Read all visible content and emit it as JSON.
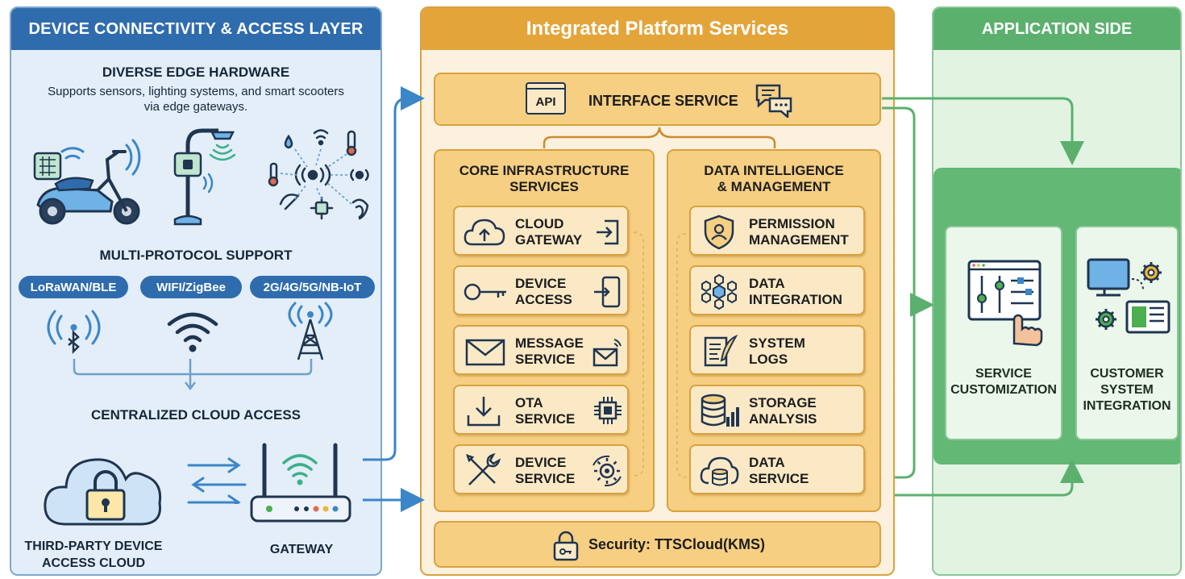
{
  "left": {
    "header": "DEVICE CONNECTIVITY & ACCESS LAYER",
    "hardware": {
      "title": "DIVERSE EDGE HARDWARE",
      "line1": "Supports sensors, lighting systems, and smart scooters",
      "line2": "via edge gateways."
    },
    "protocols": {
      "title": "MULTI-PROTOCOL SUPPORT",
      "pills": [
        "LoRaWAN/BLE",
        "WIFI/ZigBee",
        "2G/4G/5G/NB-IoT"
      ]
    },
    "cloud_access_title": "CENTRALIZED CLOUD ACCESS",
    "third_party_line1": "THIRD-PARTY DEVICE",
    "third_party_line2": "ACCESS CLOUD",
    "gateway_label": "GATEWAY"
  },
  "middle": {
    "header": "Integrated Platform Services",
    "interface": {
      "api_badge": "API",
      "label": "INTERFACE SERVICE"
    },
    "core": {
      "title_line1": "CORE INFRASTRUCTURE",
      "title_line2": "SERVICES",
      "items": [
        {
          "l1": "CLOUD",
          "l2": "GATEWAY"
        },
        {
          "l1": "DEVICE",
          "l2": "ACCESS"
        },
        {
          "l1": "MESSAGE",
          "l2": "SERVICE"
        },
        {
          "l1": "OTA",
          "l2": "SERVICE"
        },
        {
          "l1": "DEVICE",
          "l2": "SERVICE"
        }
      ]
    },
    "data": {
      "title_line1": "DATA INTELLIGENCE",
      "title_line2": "& MANAGEMENT",
      "items": [
        {
          "l1": "PERMISSION",
          "l2": "MANAGEMENT"
        },
        {
          "l1": "DATA",
          "l2": "INTEGRATION"
        },
        {
          "l1": "SYSTEM",
          "l2": "LOGS"
        },
        {
          "l1": "STORAGE",
          "l2": "ANALYSIS"
        },
        {
          "l1": "DATA",
          "l2": "SERVICE"
        }
      ]
    },
    "security": "Security: TTSCloud(KMS)"
  },
  "right": {
    "header": "APPLICATION SIDE",
    "service_l1": "SERVICE",
    "service_l2": "CUSTOMIZATION",
    "customer_l1": "CUSTOMER",
    "customer_l2": "SYSTEM",
    "customer_l3": "INTEGRATION"
  },
  "colors": {
    "blue": "#2f6cae",
    "orange": "#e3a53a",
    "green": "#5cb06e",
    "arrow_blue": "#3b86c8",
    "arrow_green": "#5cb06e"
  }
}
